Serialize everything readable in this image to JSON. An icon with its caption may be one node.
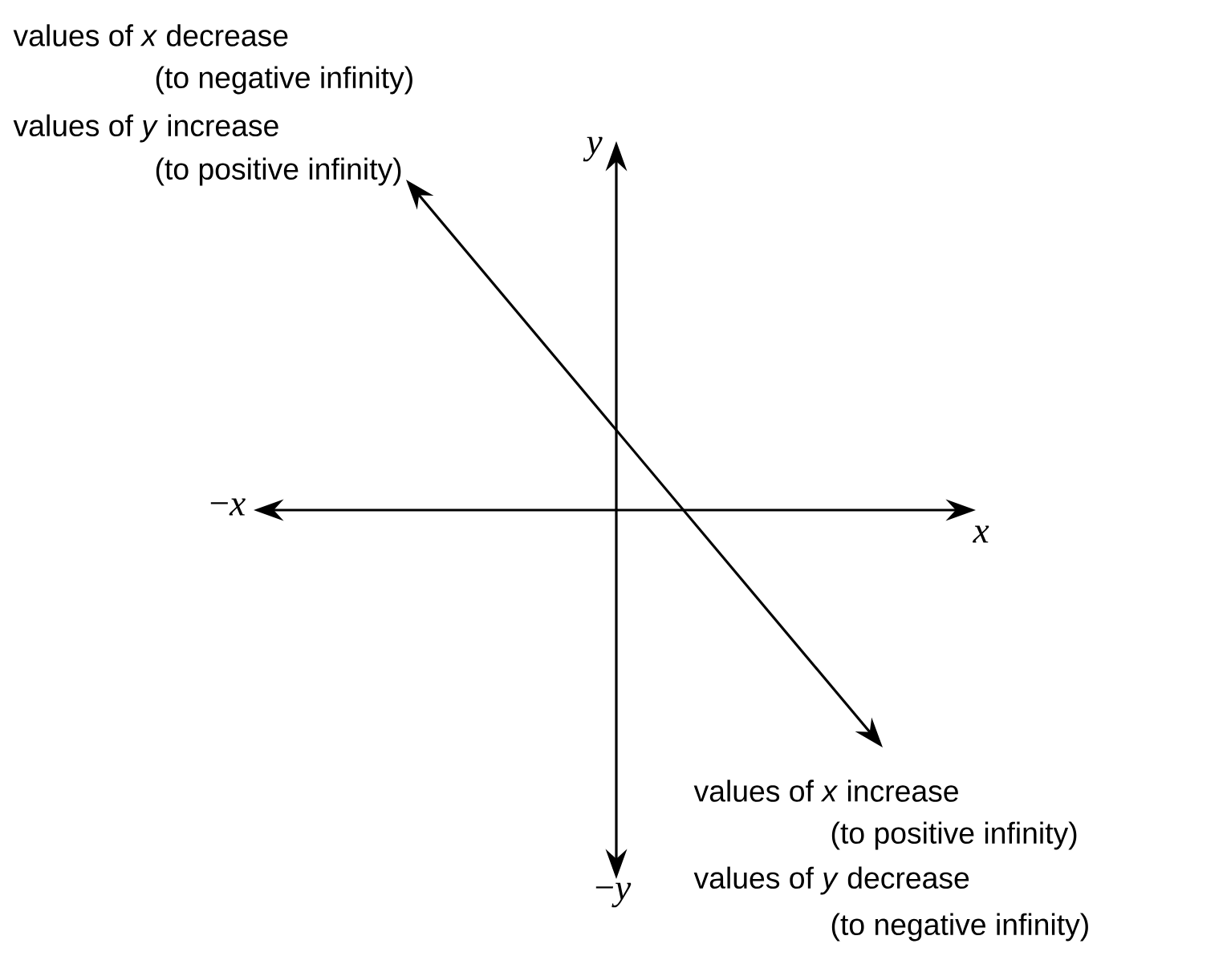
{
  "diagram": {
    "labels": [
      "values of *x* decrease",
      "(to negative infinity)",
      "values of *y* increase",
      "(to positive infinity)",
      "y",
      "−*x*",
      "x",
      "values of *x* increase",
      "(to positive infinity)",
      "values of *y* decrease",
      "−*y*",
      "(to negative infinity)"
    ]
  }
}
